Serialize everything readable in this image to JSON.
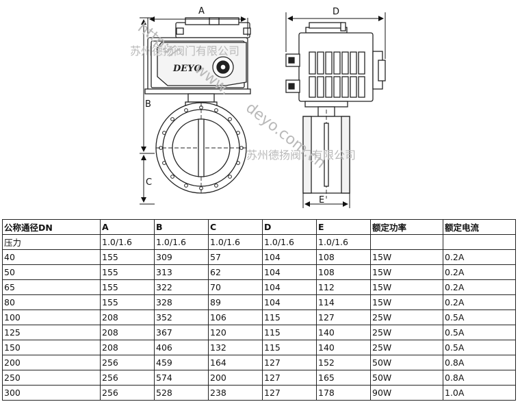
{
  "drawing": {
    "dim_labels": {
      "a": "A",
      "b": "B",
      "c": "C",
      "d": "D",
      "e": "E"
    },
    "brand": "DEYO",
    "watermarks": {
      "url_diagonal_1": "http://",
      "url_diagonal_2": "www.",
      "url_diagonal_3": "deyo.com.cn",
      "company_1": "苏州德扬阀门有限公司",
      "company_2": "苏州德扬阀门有限公司"
    }
  },
  "table": {
    "headers": [
      "公称通径DN",
      "A",
      "B",
      "C",
      "D",
      "E",
      "额定功率",
      "额定电流"
    ],
    "rows": [
      [
        "压力",
        "1.0/1.6",
        "1.0/1.6",
        "1.0/1.6",
        "1.0/1.6",
        "1.0/1.6",
        "",
        ""
      ],
      [
        "40",
        "155",
        "309",
        "57",
        "104",
        "108",
        "15W",
        "0.2A"
      ],
      [
        "50",
        "155",
        "313",
        "62",
        "104",
        "108",
        "15W",
        "0.2A"
      ],
      [
        "65",
        "155",
        "322",
        "70",
        "104",
        "112",
        "15W",
        "0.2A"
      ],
      [
        "80",
        "155",
        "328",
        "89",
        "104",
        "114",
        "15W",
        "0.2A"
      ],
      [
        "100",
        "208",
        "352",
        "106",
        "115",
        "127",
        "25W",
        "0.5A"
      ],
      [
        "125",
        "208",
        "367",
        "120",
        "115",
        "140",
        "25W",
        "0.5A"
      ],
      [
        "150",
        "208",
        "406",
        "132",
        "115",
        "140",
        "25W",
        "0.5A"
      ],
      [
        "200",
        "256",
        "459",
        "164",
        "127",
        "152",
        "50W",
        "0.8A"
      ],
      [
        "250",
        "256",
        "574",
        "200",
        "127",
        "165",
        "50W",
        "0.8A"
      ],
      [
        "300",
        "256",
        "528",
        "238",
        "127",
        "178",
        "90W",
        "1.0A"
      ]
    ]
  }
}
